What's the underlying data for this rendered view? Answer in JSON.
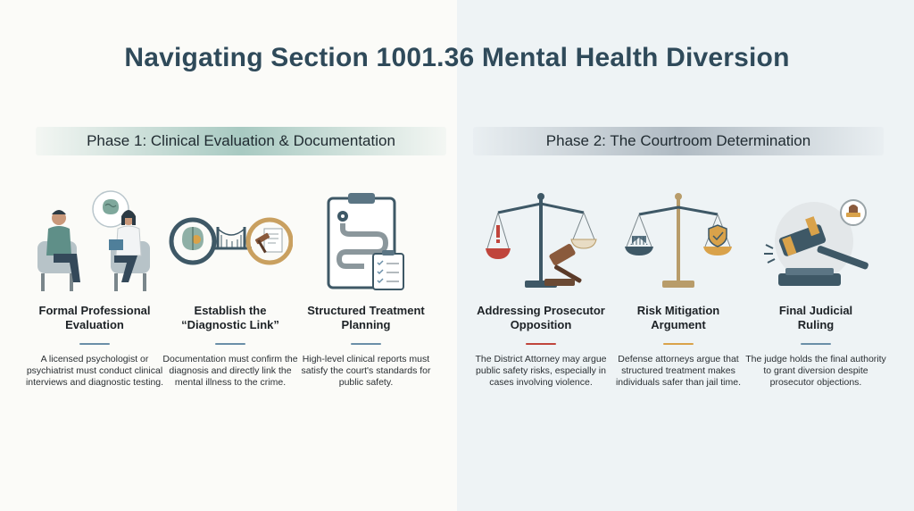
{
  "title": "Navigating Section 1001.36 Mental Health Diversion",
  "phases": [
    {
      "label": "Phase 1: Clinical Evaluation & Documentation"
    },
    {
      "label": "Phase 2: The Courtroom Determination"
    }
  ],
  "steps": [
    {
      "title_line1": "Formal Professional",
      "title_line2": "Evaluation",
      "body": "A licensed psychologist or psychiatrist must conduct clinical interviews and diagnostic testing.",
      "accent": "#6a8fa8",
      "icon": "evaluation-icon"
    },
    {
      "title_line1": "Establish the",
      "title_line2": "“Diagnostic Link”",
      "body": "Documentation must confirm the diagnosis and directly link the mental illness to the crime.",
      "accent": "#6a8fa8",
      "icon": "diagnostic-link-icon"
    },
    {
      "title_line1": "Structured Treatment",
      "title_line2": "Planning",
      "body": "High-level clinical reports must satisfy the court's standards for public safety.",
      "accent": "#6a8fa8",
      "icon": "treatment-plan-icon"
    },
    {
      "title_line1": "Addressing Prosecutor",
      "title_line2": "Opposition",
      "body": "The District Attorney may argue public safety risks, especially in cases involving violence.",
      "accent": "#c0453c",
      "icon": "prosecutor-scales-icon"
    },
    {
      "title_line1": "Risk Mitigation",
      "title_line2": "Argument",
      "body": "Defense attorneys argue that structured treatment makes individuals safer than jail time.",
      "accent": "#d9a24a",
      "icon": "mitigation-scales-icon"
    },
    {
      "title_line1": "Final Judicial",
      "title_line2": "Ruling",
      "body": "The judge holds the final authority to grant diversion despite prosecutor objections.",
      "accent": "#6a8fa8",
      "icon": "gavel-icon"
    }
  ]
}
